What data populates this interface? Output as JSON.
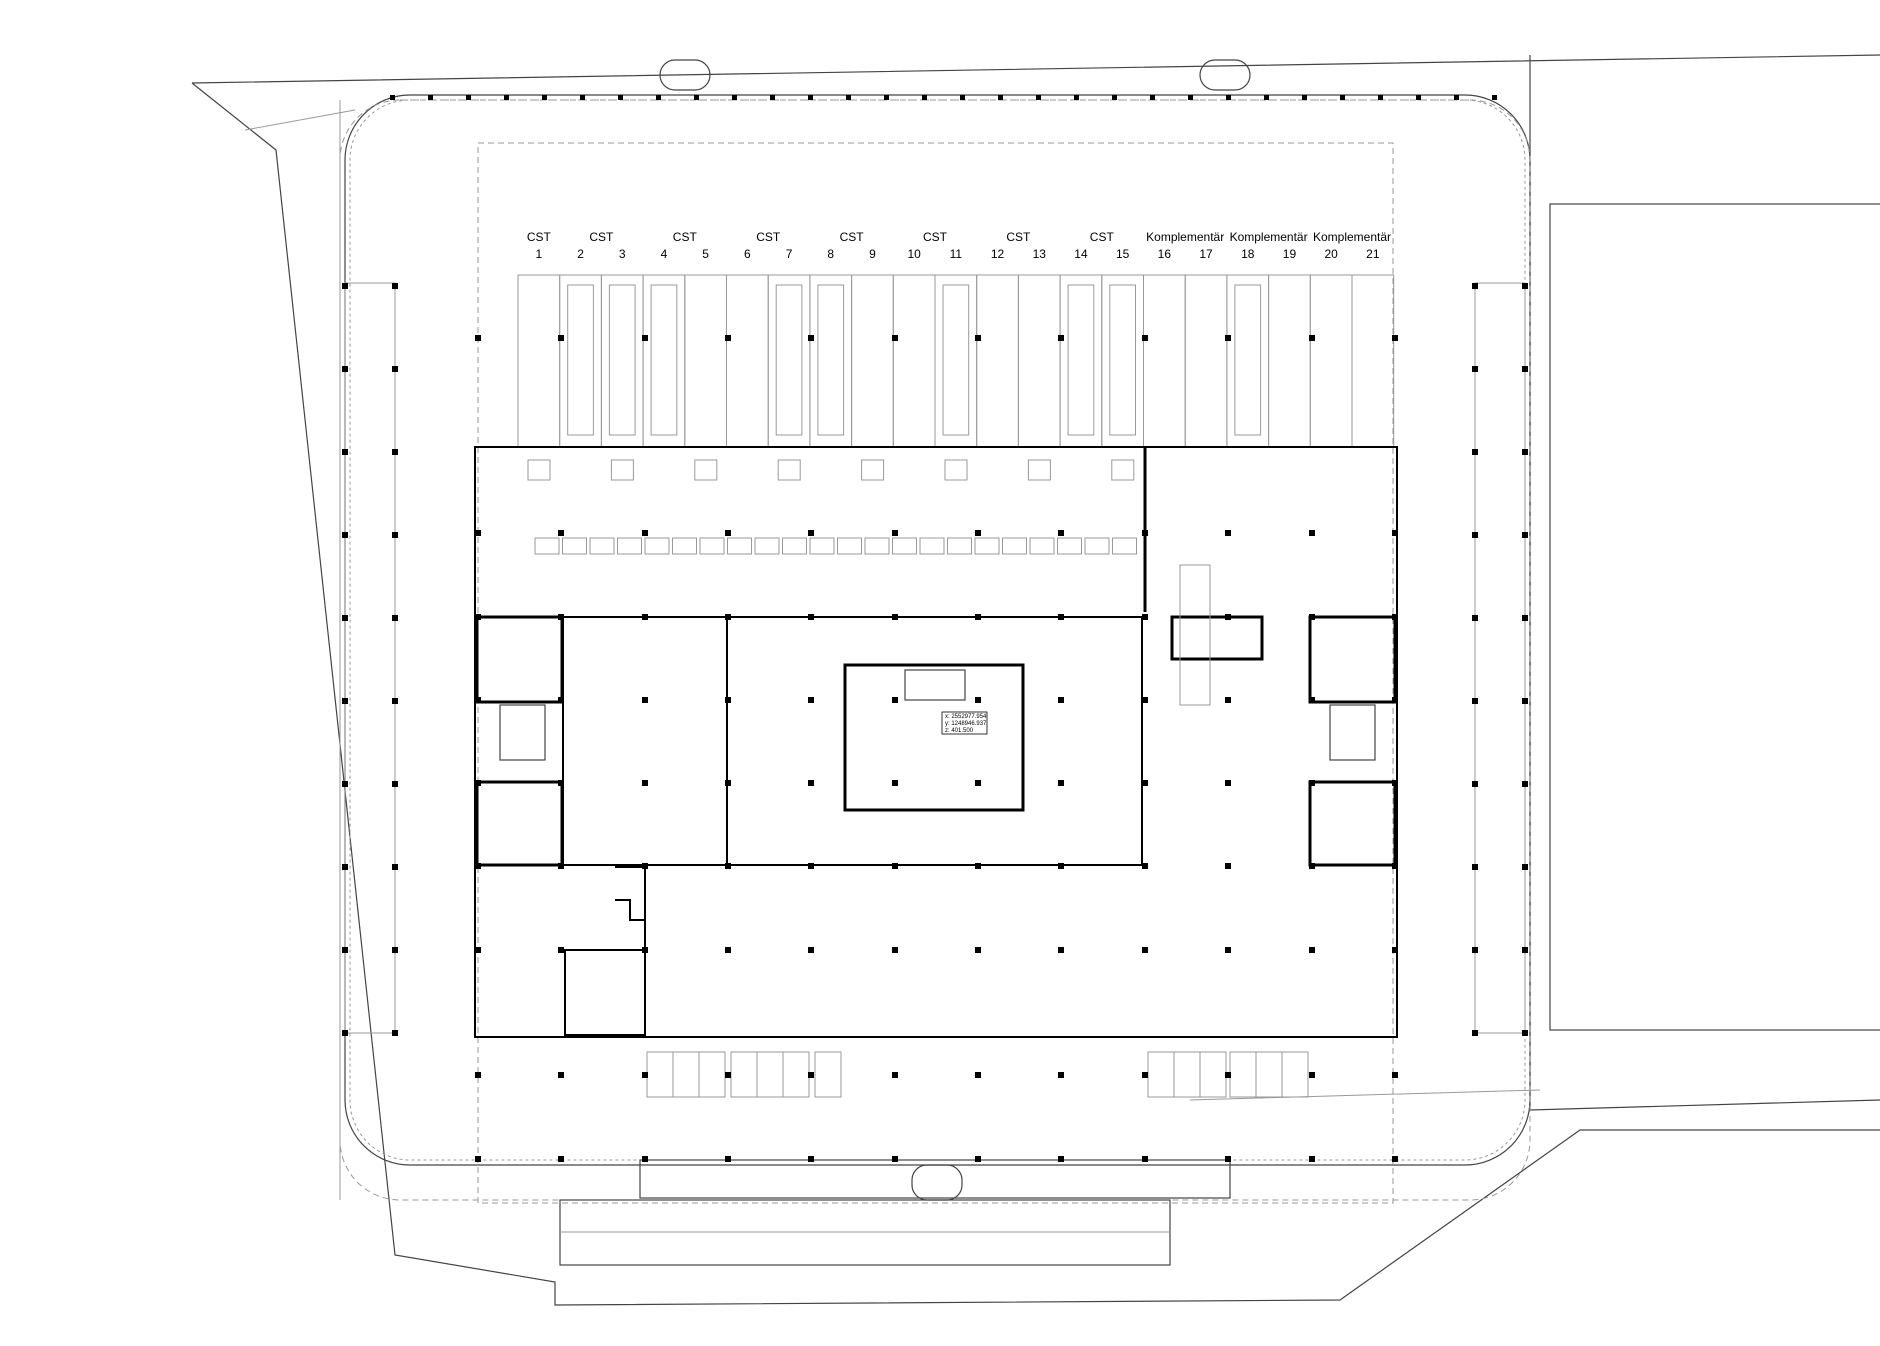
{
  "dock_groups": [
    {
      "label": "CST",
      "bays": [
        "1"
      ]
    },
    {
      "label": "CST",
      "bays": [
        "2",
        "3"
      ]
    },
    {
      "label": "CST",
      "bays": [
        "4",
        "5"
      ]
    },
    {
      "label": "CST",
      "bays": [
        "6",
        "7"
      ]
    },
    {
      "label": "CST",
      "bays": [
        "8",
        "9"
      ]
    },
    {
      "label": "CST",
      "bays": [
        "10",
        "11"
      ]
    },
    {
      "label": "CST",
      "bays": [
        "12",
        "13"
      ]
    },
    {
      "label": "CST",
      "bays": [
        "14",
        "15"
      ]
    },
    {
      "label": "Komplementär",
      "bays": [
        "16",
        "17"
      ]
    },
    {
      "label": "Komplementär",
      "bays": [
        "18",
        "19"
      ]
    },
    {
      "label": "Komplementär",
      "bays": [
        "20",
        "21"
      ]
    }
  ],
  "coordinate_box": {
    "x": "x: 2552977.954",
    "y": "y: 1248946.937",
    "z": "z:         401.500"
  }
}
